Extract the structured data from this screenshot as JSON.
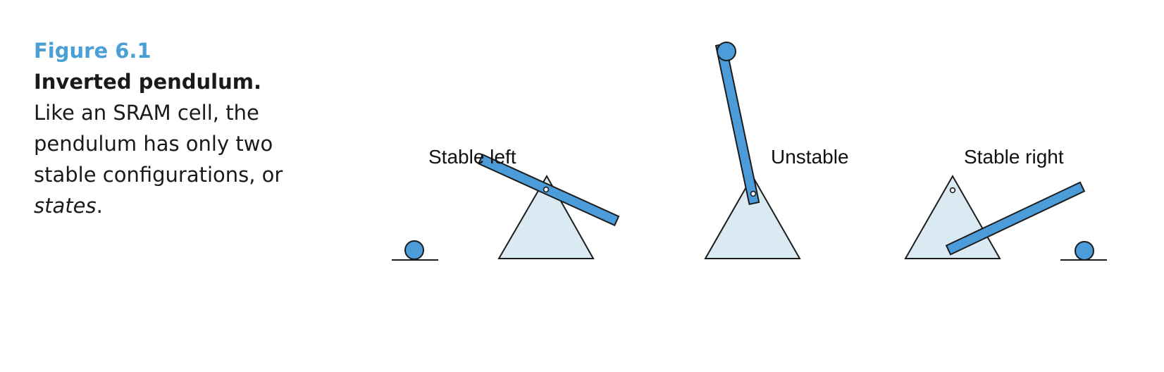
{
  "caption": {
    "figure_number": "Figure 6.1",
    "title": "Inverted pendulum.",
    "body_text": "Like an SRAM cell, the pendulum has only two stable configurations, or",
    "italic_word": "states",
    "end_punct": "."
  },
  "diagram": {
    "labels": {
      "stable_left": "Stable left",
      "unstable": "Unstable",
      "stable_right": "Stable right"
    },
    "colors": {
      "rod": "#4b9cd8",
      "base": "#d9eaf3",
      "caption_accent": "#4aa0d5"
    }
  }
}
